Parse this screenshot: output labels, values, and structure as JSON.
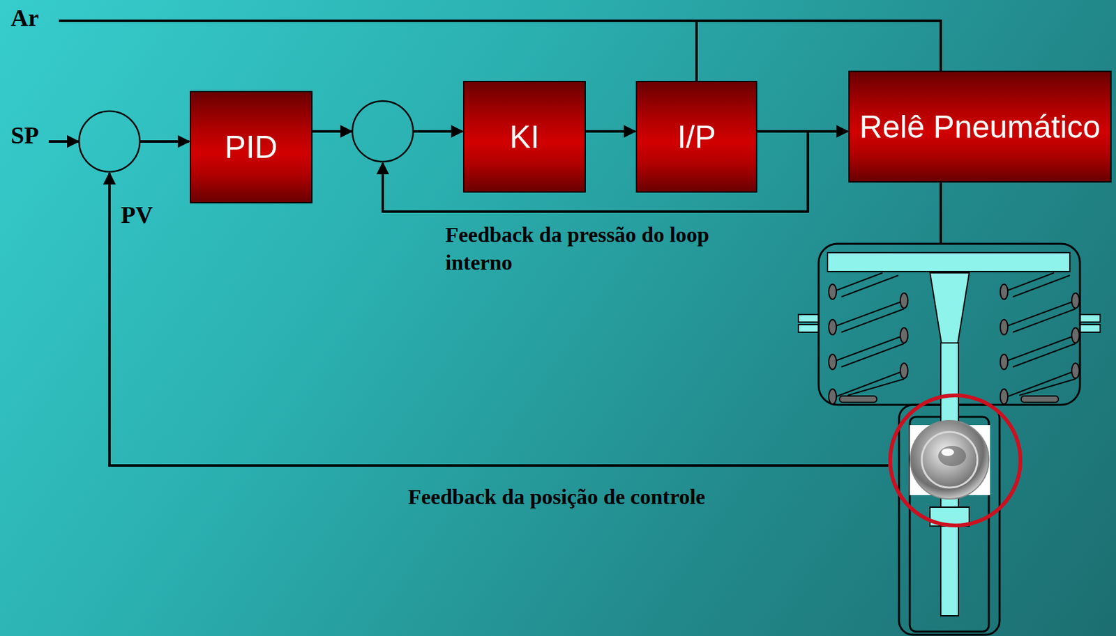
{
  "diagram": {
    "nodes": [
      {
        "text": [
          "PID"
        ]
      },
      {
        "text": [
          "KI"
        ]
      },
      {
        "text": [
          "I/P"
        ]
      },
      {
        "text": [
          "Relê Pneumático"
        ]
      }
    ],
    "edges": [
      {
        "from": 1,
        "to": 2,
        "arrow": "to"
      },
      {
        "from": 2,
        "to": 3,
        "arrow": "to"
      }
    ],
    "labels": [
      "Ar",
      "SP",
      "PV",
      "Feedback da pressão do loop interno",
      "Feedback da posição de controle"
    ]
  }
}
